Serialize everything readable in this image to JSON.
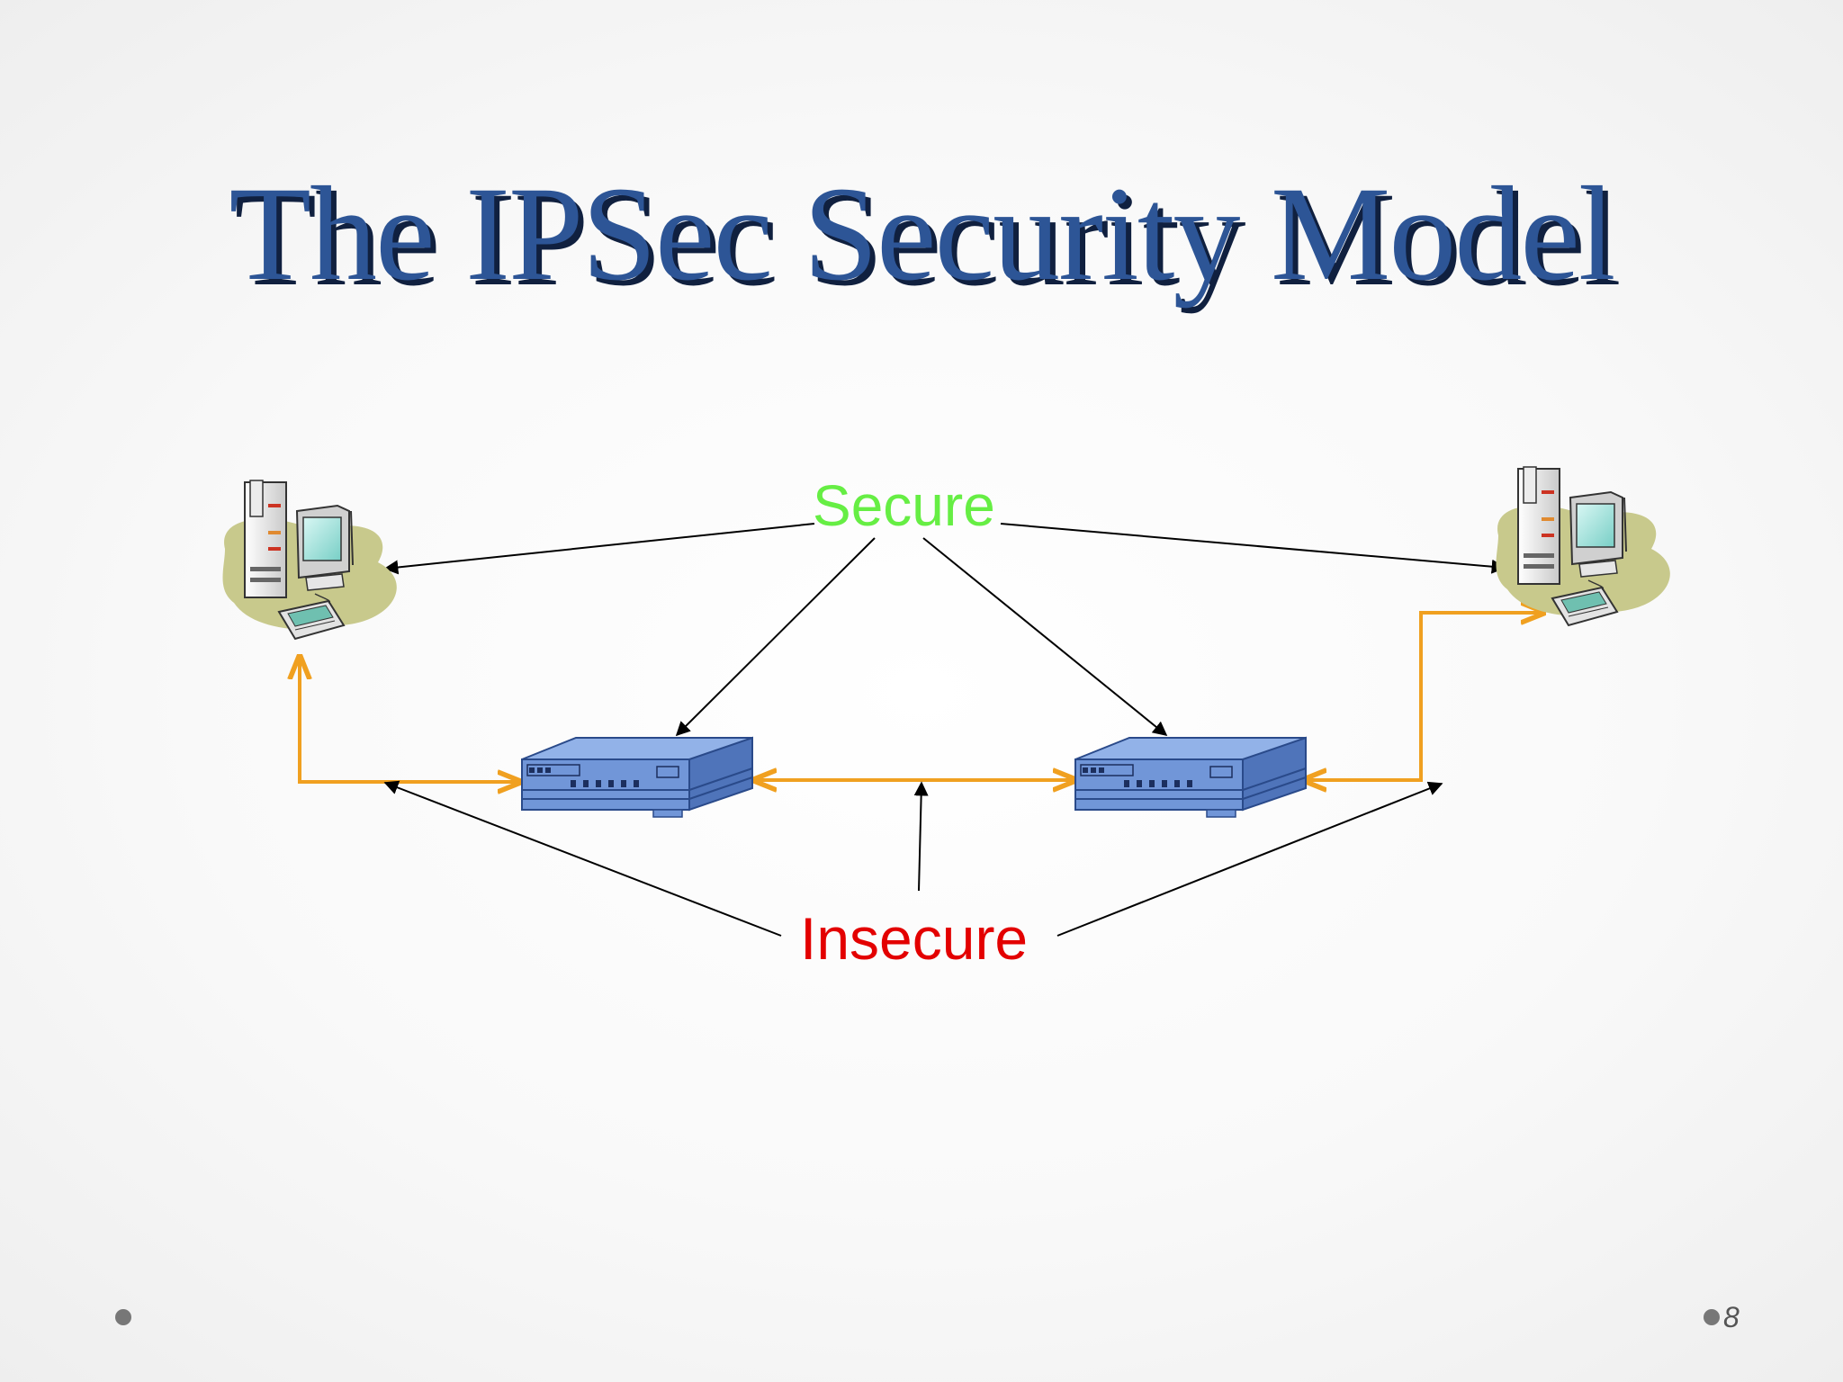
{
  "slide": {
    "title": "The IPSec Security Model",
    "page_number": "8"
  },
  "diagram": {
    "secure_label": "Secure",
    "insecure_label": "Insecure",
    "nodes": [
      {
        "id": "host-left",
        "kind": "computer"
      },
      {
        "id": "gateway-left",
        "kind": "router"
      },
      {
        "id": "gateway-right",
        "kind": "router"
      },
      {
        "id": "host-right",
        "kind": "computer"
      }
    ],
    "colors": {
      "secure": "#66ee44",
      "insecure": "#e30000",
      "link": "#f0a020",
      "pointer": "#000000",
      "router": "#7196d8",
      "title": "#2d5596"
    }
  }
}
